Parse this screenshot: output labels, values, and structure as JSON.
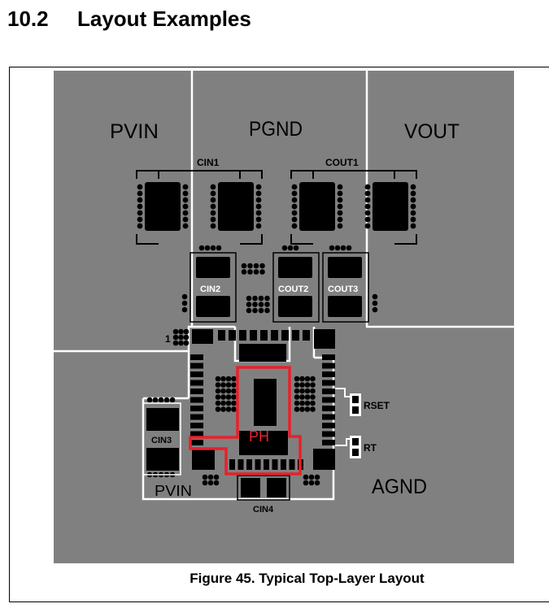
{
  "section": {
    "number": "10.2",
    "title": "Layout Examples"
  },
  "labels": {
    "pvin_top": "PVIN",
    "pgnd": "PGND",
    "vout": "VOUT",
    "agnd": "AGND",
    "pvin_bottom": "PVIN",
    "cin1": "CIN1",
    "cout1": "COUT1",
    "cin2": "CIN2",
    "cout2": "COUT2",
    "cout3": "COUT3",
    "cin3": "CIN3",
    "cin4": "CIN4",
    "rset": "RSET",
    "rt": "RT",
    "pin1": "1",
    "ph": "PH"
  },
  "colors": {
    "copper": "#808080",
    "silkscreen": "#ffffff",
    "pad": "#000000",
    "ph_outline": "#e8202a",
    "ph_text": "#e8202a"
  },
  "caption": "Figure 45. Typical Top-Layer Layout"
}
